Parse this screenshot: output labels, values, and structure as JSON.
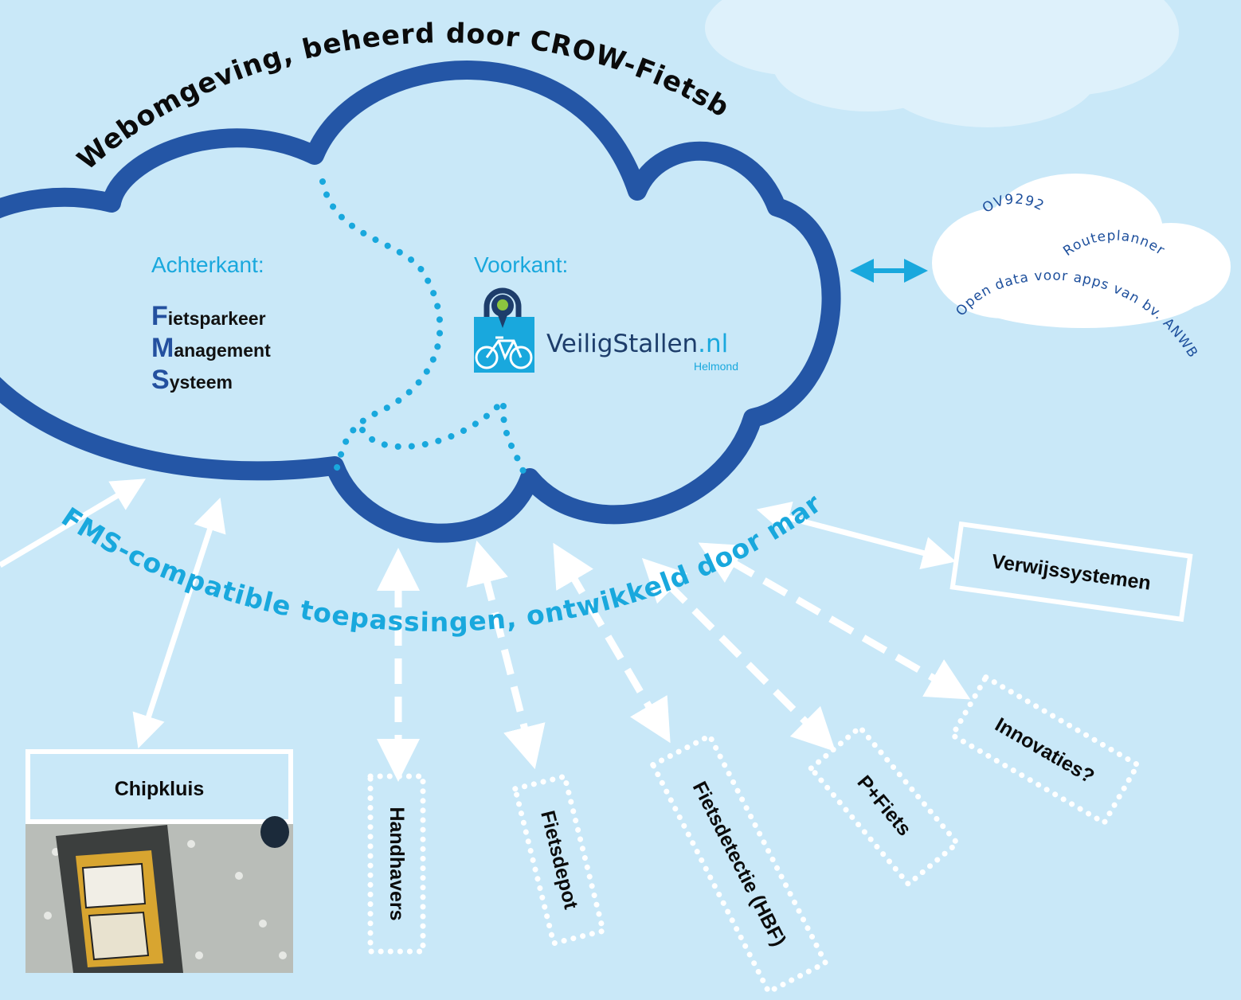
{
  "title_arc": "Webomgeving,  beheerd door CROW-Fietsberaad",
  "left_panel": {
    "heading": "Achterkant:",
    "fms": [
      {
        "initial": "F",
        "rest": "ietsparkeer"
      },
      {
        "initial": "M",
        "rest": "anagement"
      },
      {
        "initial": "S",
        "rest": "ysteem"
      }
    ]
  },
  "right_panel": {
    "heading": "Voorkant:",
    "brand_main": "VeiligStallen",
    "brand_tld": ".nl",
    "brand_city": "Helmond"
  },
  "open_data_cloud": {
    "label1": "OV9292",
    "label2": "Routeplanner",
    "label3": "Open data voor apps van bv. ANWB"
  },
  "apps_arc": "FMS-compatible  toepassingen,  ontwikkeld door marktpartijen",
  "boxes": {
    "chipkluis": "Chipkluis",
    "handhavers": "Handhavers",
    "fietsdepot": "Fietsdepot",
    "fietsdetectie": "Fietsdetectie (HBF)",
    "pfiets": "P+Fiets",
    "innovaties": "Innovaties?",
    "verwijssystemen": "Verwijssystemen"
  },
  "colors": {
    "background": "#c9e8f8",
    "cloud_stroke": "#2456a6",
    "accent": "#19a8dd",
    "dotted": "#19a8dd",
    "arrow": "#ffffff"
  }
}
